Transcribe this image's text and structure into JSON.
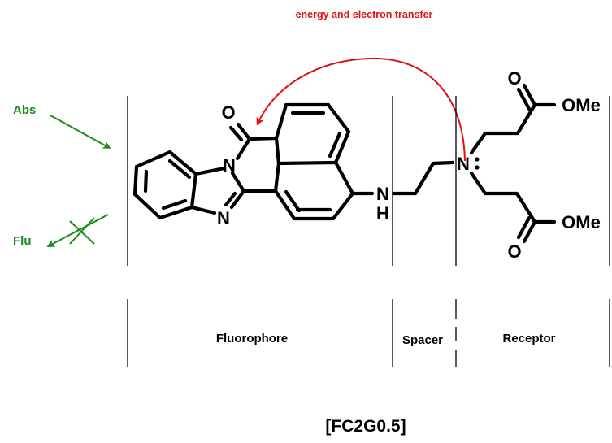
{
  "top_annotation": "energy and electron transfer",
  "absorption_label": "Abs",
  "fluorescence_label": "Flu",
  "atoms": {
    "carbonyl_o": "O",
    "imide_n": "N",
    "imidazole_n": "N",
    "amine_n": "N",
    "amine_h": "H",
    "tertiary_n": "N",
    "ester1_o": "O",
    "ester1_ome": "OMe",
    "ester2_o": "O",
    "ester2_ome": "OMe"
  },
  "sections": {
    "fluorophore": "Fluorophore",
    "spacer": "Spacer",
    "receptor": "Receptor"
  },
  "compound_code": "[FC2G0.5]",
  "colors": {
    "bond": "#000000",
    "transfer_arrow": "#e01010",
    "light_arrows": "#1a8a1a"
  }
}
